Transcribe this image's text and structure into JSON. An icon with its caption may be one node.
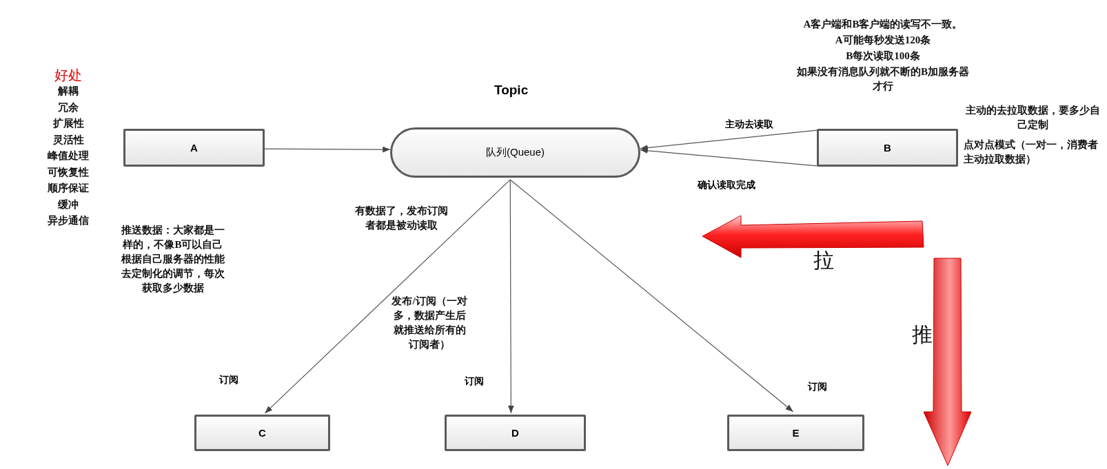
{
  "diagram": {
    "nodes": [
      {
        "text": [
          "A"
        ]
      },
      {
        "text": [
          "Topic",
          "队列(Queue)"
        ]
      },
      {
        "text": [
          "B"
        ],
        "beside": [
          "主动的去拉取数据，要多少自己定制",
          "点对点模式（一对一，消费者主动拉取数据）"
        ]
      },
      {
        "text": [
          "C"
        ]
      },
      {
        "text": [
          "D"
        ]
      },
      {
        "text": [
          "E"
        ]
      }
    ],
    "edges": [
      {
        "from": 0,
        "to": 1,
        "arrow": "to"
      },
      {
        "from": 2,
        "to": 1,
        "arrow": "to",
        "label": "主动去读取"
      },
      {
        "from": 2,
        "to": 1,
        "arrow": "to",
        "label": "确认读取完成"
      },
      {
        "from": 1,
        "to": 3,
        "arrow": "to",
        "label": "订阅"
      },
      {
        "from": 1,
        "to": 4,
        "arrow": "to",
        "label": "订阅"
      },
      {
        "from": 1,
        "to": 5,
        "arrow": "to",
        "label": "订阅"
      }
    ],
    "labels": [
      "好处",
      "解耦",
      "冗余",
      "扩展性",
      "灵活性",
      "峰值处理",
      "可恢复性",
      "顺序保证",
      "缓冲",
      "异步通信",
      "A客户端和B客户端的读写不一致。",
      "A可能每秒发送120条",
      "B每次读取100条",
      "如果没有消息队列就不断的B加服务器才行",
      "有数据了，发布订阅者都是被动读取",
      "推送数据：大家都是一样的，不像B可以自己根据自己服务器的性能去定制化的调节，每次获取多少数据",
      "发布/订阅（一对多，数据产生后就推送给所有的订阅者）",
      "拉",
      "推"
    ]
  }
}
